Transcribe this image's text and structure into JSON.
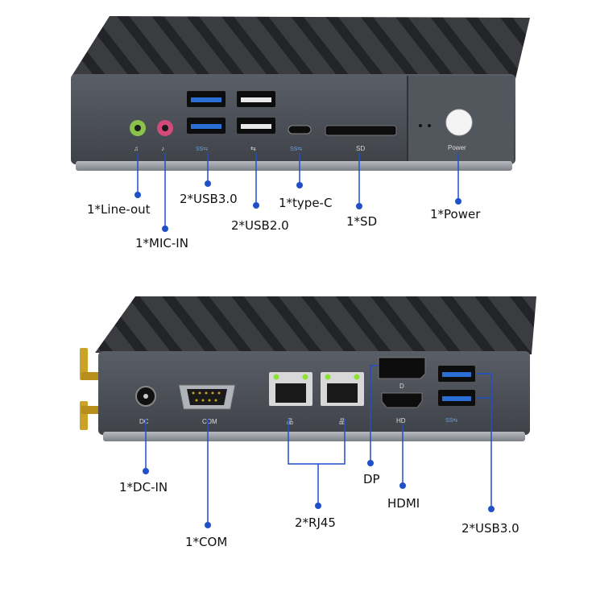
{
  "colors": {
    "accent_line": "#1f4fc9",
    "dot": "#1f4fc9",
    "case_top": "#2e3033",
    "case_front": "#4b4f56",
    "port_black": "#0a0a0a",
    "usb3_blue": "#2a6fd6",
    "audio_green": "#8bc34a",
    "audio_pink": "#d24a7a",
    "led_green": "#8ae234"
  },
  "front_panel": {
    "panel_marks": {
      "usb3_logo": "SS⇆",
      "usb2_logo": "⇆",
      "typec_logo": "SS⇆",
      "sd_mark": "SD",
      "power_mark": "Power"
    },
    "callouts": [
      {
        "id": "line-out",
        "label": "1*Line-out"
      },
      {
        "id": "mic-in",
        "label": "1*MIC-IN"
      },
      {
        "id": "usb30-front",
        "label": "2*USB3.0"
      },
      {
        "id": "usb20",
        "label": "2*USB2.0"
      },
      {
        "id": "type-c",
        "label": "1*type-C"
      },
      {
        "id": "sd",
        "label": "1*SD"
      },
      {
        "id": "power",
        "label": "1*Power"
      }
    ]
  },
  "back_panel": {
    "panel_marks": {
      "dc_mark": "DC",
      "com_mark": "COM",
      "hd_mark": "HD",
      "dp_mark": "D",
      "usb3_logo": "SS⇆"
    },
    "callouts": [
      {
        "id": "dc-in",
        "label": "1*DC-IN"
      },
      {
        "id": "com",
        "label": "1*COM"
      },
      {
        "id": "rj45",
        "label": "2*RJ45"
      },
      {
        "id": "dp",
        "label": "DP"
      },
      {
        "id": "hdmi",
        "label": "HDMI"
      },
      {
        "id": "usb30-back",
        "label": "2*USB3.0"
      }
    ]
  }
}
